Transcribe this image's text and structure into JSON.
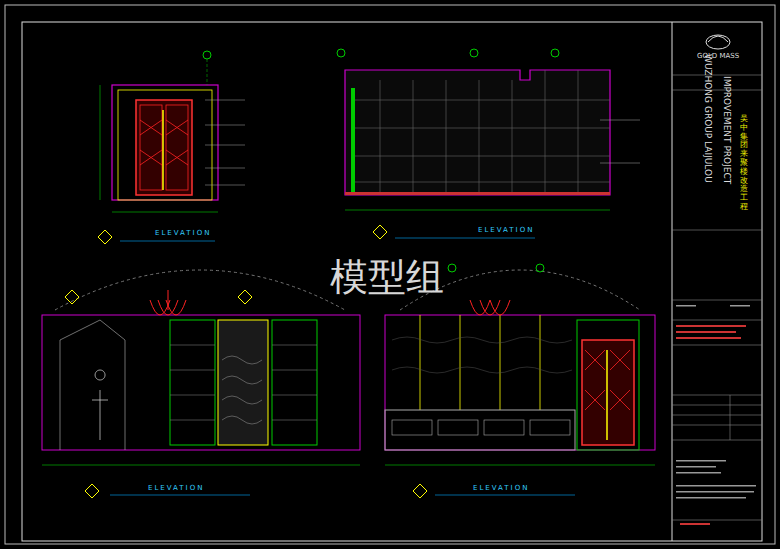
{
  "diagram": {
    "labels": [
      "ELEVATION",
      "ELEVATION",
      "ELEVATION",
      "ELEVATION",
      "模型组",
      "GOLD MASS",
      "WUZHONG GROUP LAIJULOU",
      "IMPROVEMENT PROJECT",
      "吴中集团来聚楼改造工程"
    ]
  }
}
